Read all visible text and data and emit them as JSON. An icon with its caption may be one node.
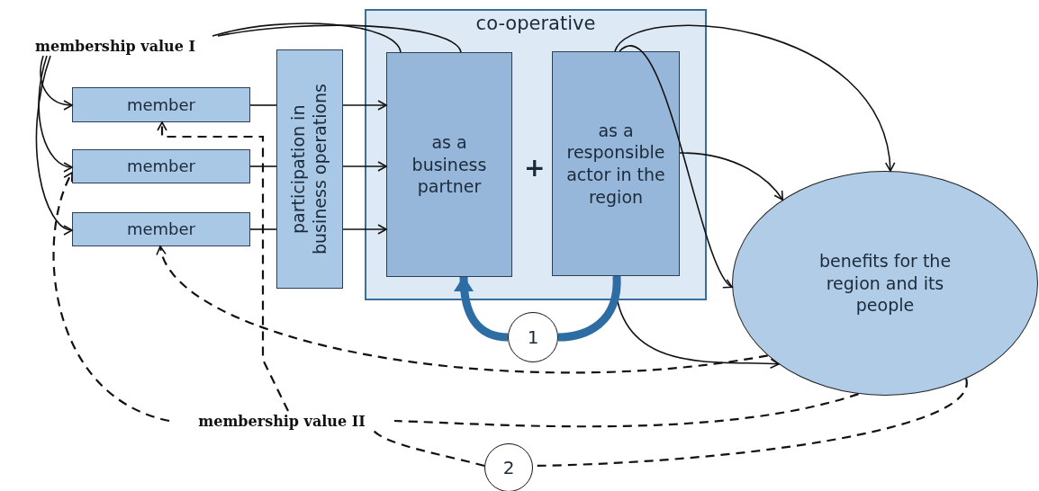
{
  "diagram": {
    "nodes": [
      {
        "text": [
          "membership value I"
        ]
      },
      {
        "text": [
          "member"
        ]
      },
      {
        "text": [
          "member"
        ]
      },
      {
        "text": [
          "member"
        ]
      },
      {
        "text": [
          "participation in business operations"
        ]
      },
      {
        "text": [
          "co-operative"
        ]
      },
      {
        "text": [
          "as a business partner"
        ],
        "in": 5
      },
      {
        "text": [
          "as a responsible actor in the region"
        ],
        "in": 5
      },
      {
        "text": [
          "benefits for the region and its people"
        ]
      },
      {
        "text": [
          "1"
        ]
      },
      {
        "text": [
          "2"
        ]
      },
      {
        "text": [
          "membership value II"
        ]
      }
    ],
    "edges": [
      {
        "from": 0,
        "to": 1,
        "arrow": "to"
      },
      {
        "from": 0,
        "to": 2,
        "arrow": "to"
      },
      {
        "from": 0,
        "to": 3,
        "arrow": "to"
      },
      {
        "from": 0,
        "to": 6,
        "arrow": "none"
      },
      {
        "from": 0,
        "to": 6,
        "arrow": "none"
      },
      {
        "from": 1,
        "to": 4,
        "arrow": "none"
      },
      {
        "from": 2,
        "to": 4,
        "arrow": "none"
      },
      {
        "from": 3,
        "to": 4,
        "arrow": "none"
      },
      {
        "from": 4,
        "to": 6,
        "arrow": "to"
      },
      {
        "from": 4,
        "to": 6,
        "arrow": "to"
      },
      {
        "from": 4,
        "to": 6,
        "arrow": "to"
      },
      {
        "from": 7,
        "to": 8,
        "arrow": "to"
      },
      {
        "from": 7,
        "to": 8,
        "arrow": "to"
      },
      {
        "from": 7,
        "to": 8,
        "arrow": "to"
      },
      {
        "from": 7,
        "to": 8,
        "arrow": "to"
      },
      {
        "from": 8,
        "to": 3,
        "arrow": "to",
        "style": "dashed"
      },
      {
        "from": 8,
        "to": 11,
        "arrow": "none",
        "style": "dashed"
      },
      {
        "from": 8,
        "to": 10,
        "arrow": "none",
        "style": "dashed"
      },
      {
        "from": 10,
        "to": 11,
        "arrow": "none",
        "style": "dashed"
      },
      {
        "from": 11,
        "to": 2,
        "arrow": "to",
        "style": "dashed"
      },
      {
        "from": 11,
        "to": 1,
        "arrow": "to",
        "style": "dashed"
      },
      {
        "from": 7,
        "to": 9,
        "arrow": "none",
        "style": "thick",
        "color": "#2e6da4"
      },
      {
        "from": 9,
        "to": 6,
        "arrow": "to",
        "style": "thick",
        "color": "#2e6da4"
      }
    ],
    "labels": [
      "+"
    ]
  }
}
